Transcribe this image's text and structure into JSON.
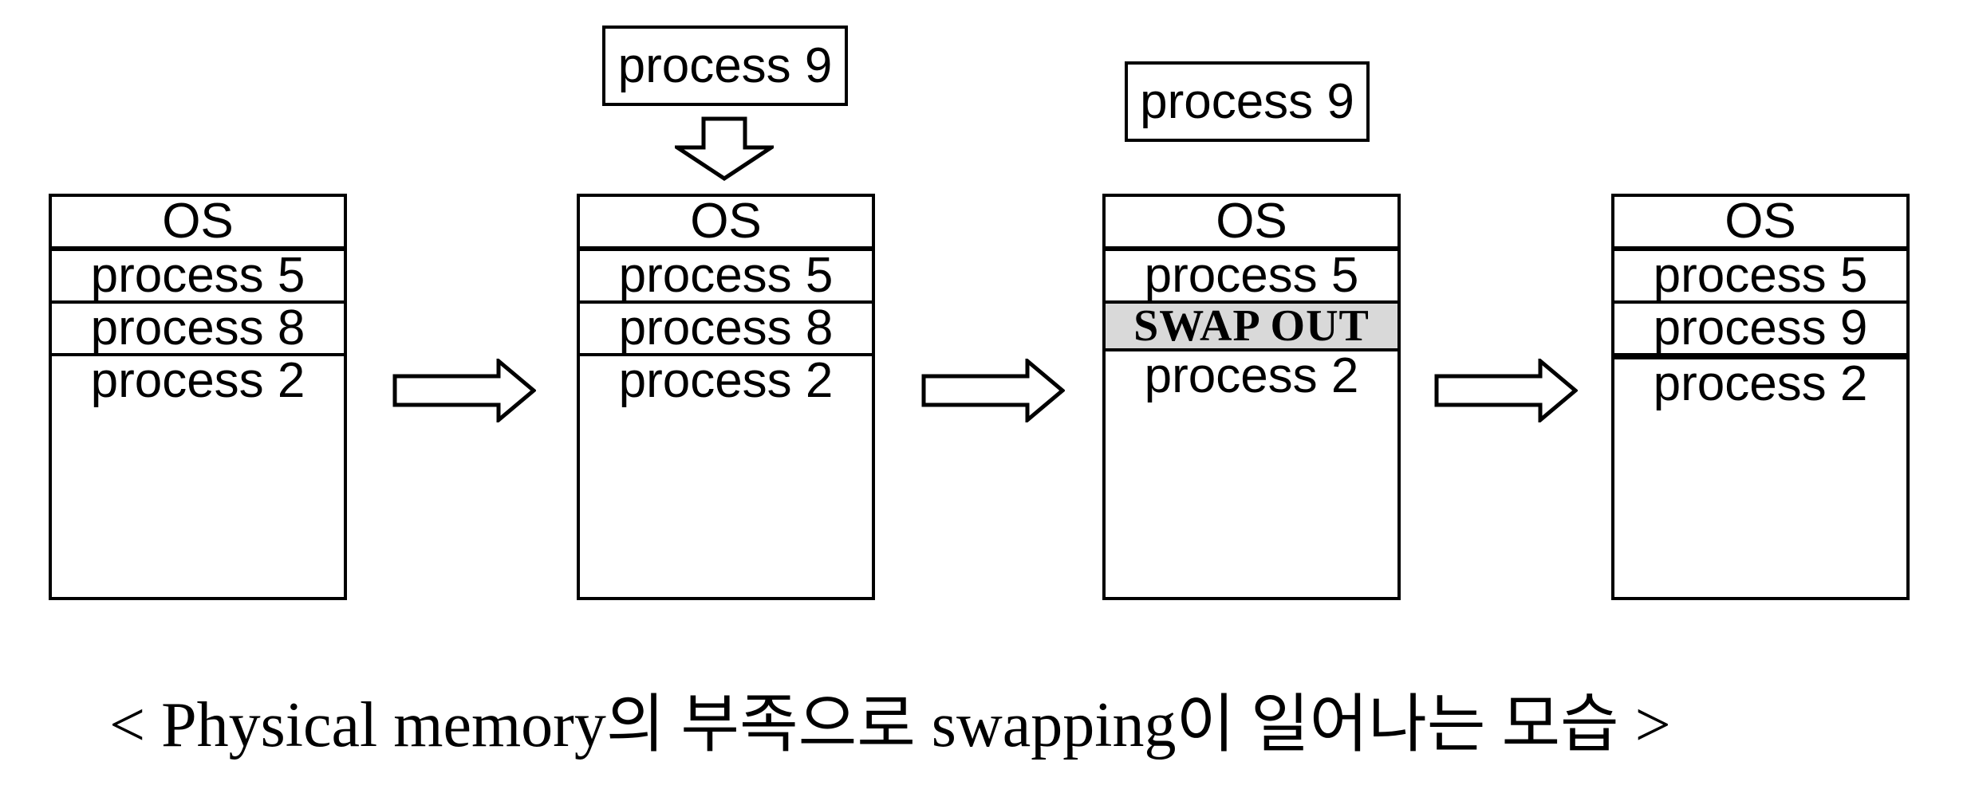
{
  "colors": {
    "background": "#ffffff",
    "border": "#000000",
    "shaded_region": "#d9d9d9",
    "text": "#000000"
  },
  "floating_boxes": [
    {
      "label": "process 9"
    },
    {
      "label": "process 9"
    }
  ],
  "columns": [
    {
      "rows": [
        {
          "label": "OS"
        },
        {
          "label": "process 5"
        },
        {
          "label": "process 8"
        },
        {
          "label": "process 2"
        }
      ]
    },
    {
      "rows": [
        {
          "label": "OS"
        },
        {
          "label": "process 5"
        },
        {
          "label": "process 8"
        },
        {
          "label": "process 2"
        }
      ]
    },
    {
      "rows": [
        {
          "label": "OS"
        },
        {
          "label": "process 5"
        },
        {
          "label": "SWAP OUT"
        },
        {
          "label": "process 2"
        }
      ]
    },
    {
      "rows": [
        {
          "label": "OS"
        },
        {
          "label": "process 5"
        },
        {
          "label": "process 9"
        },
        {
          "label": ""
        },
        {
          "label": "process 2"
        }
      ]
    }
  ],
  "caption": "< Physical memory의 부족으로 swapping이 일어나는 모습 >"
}
